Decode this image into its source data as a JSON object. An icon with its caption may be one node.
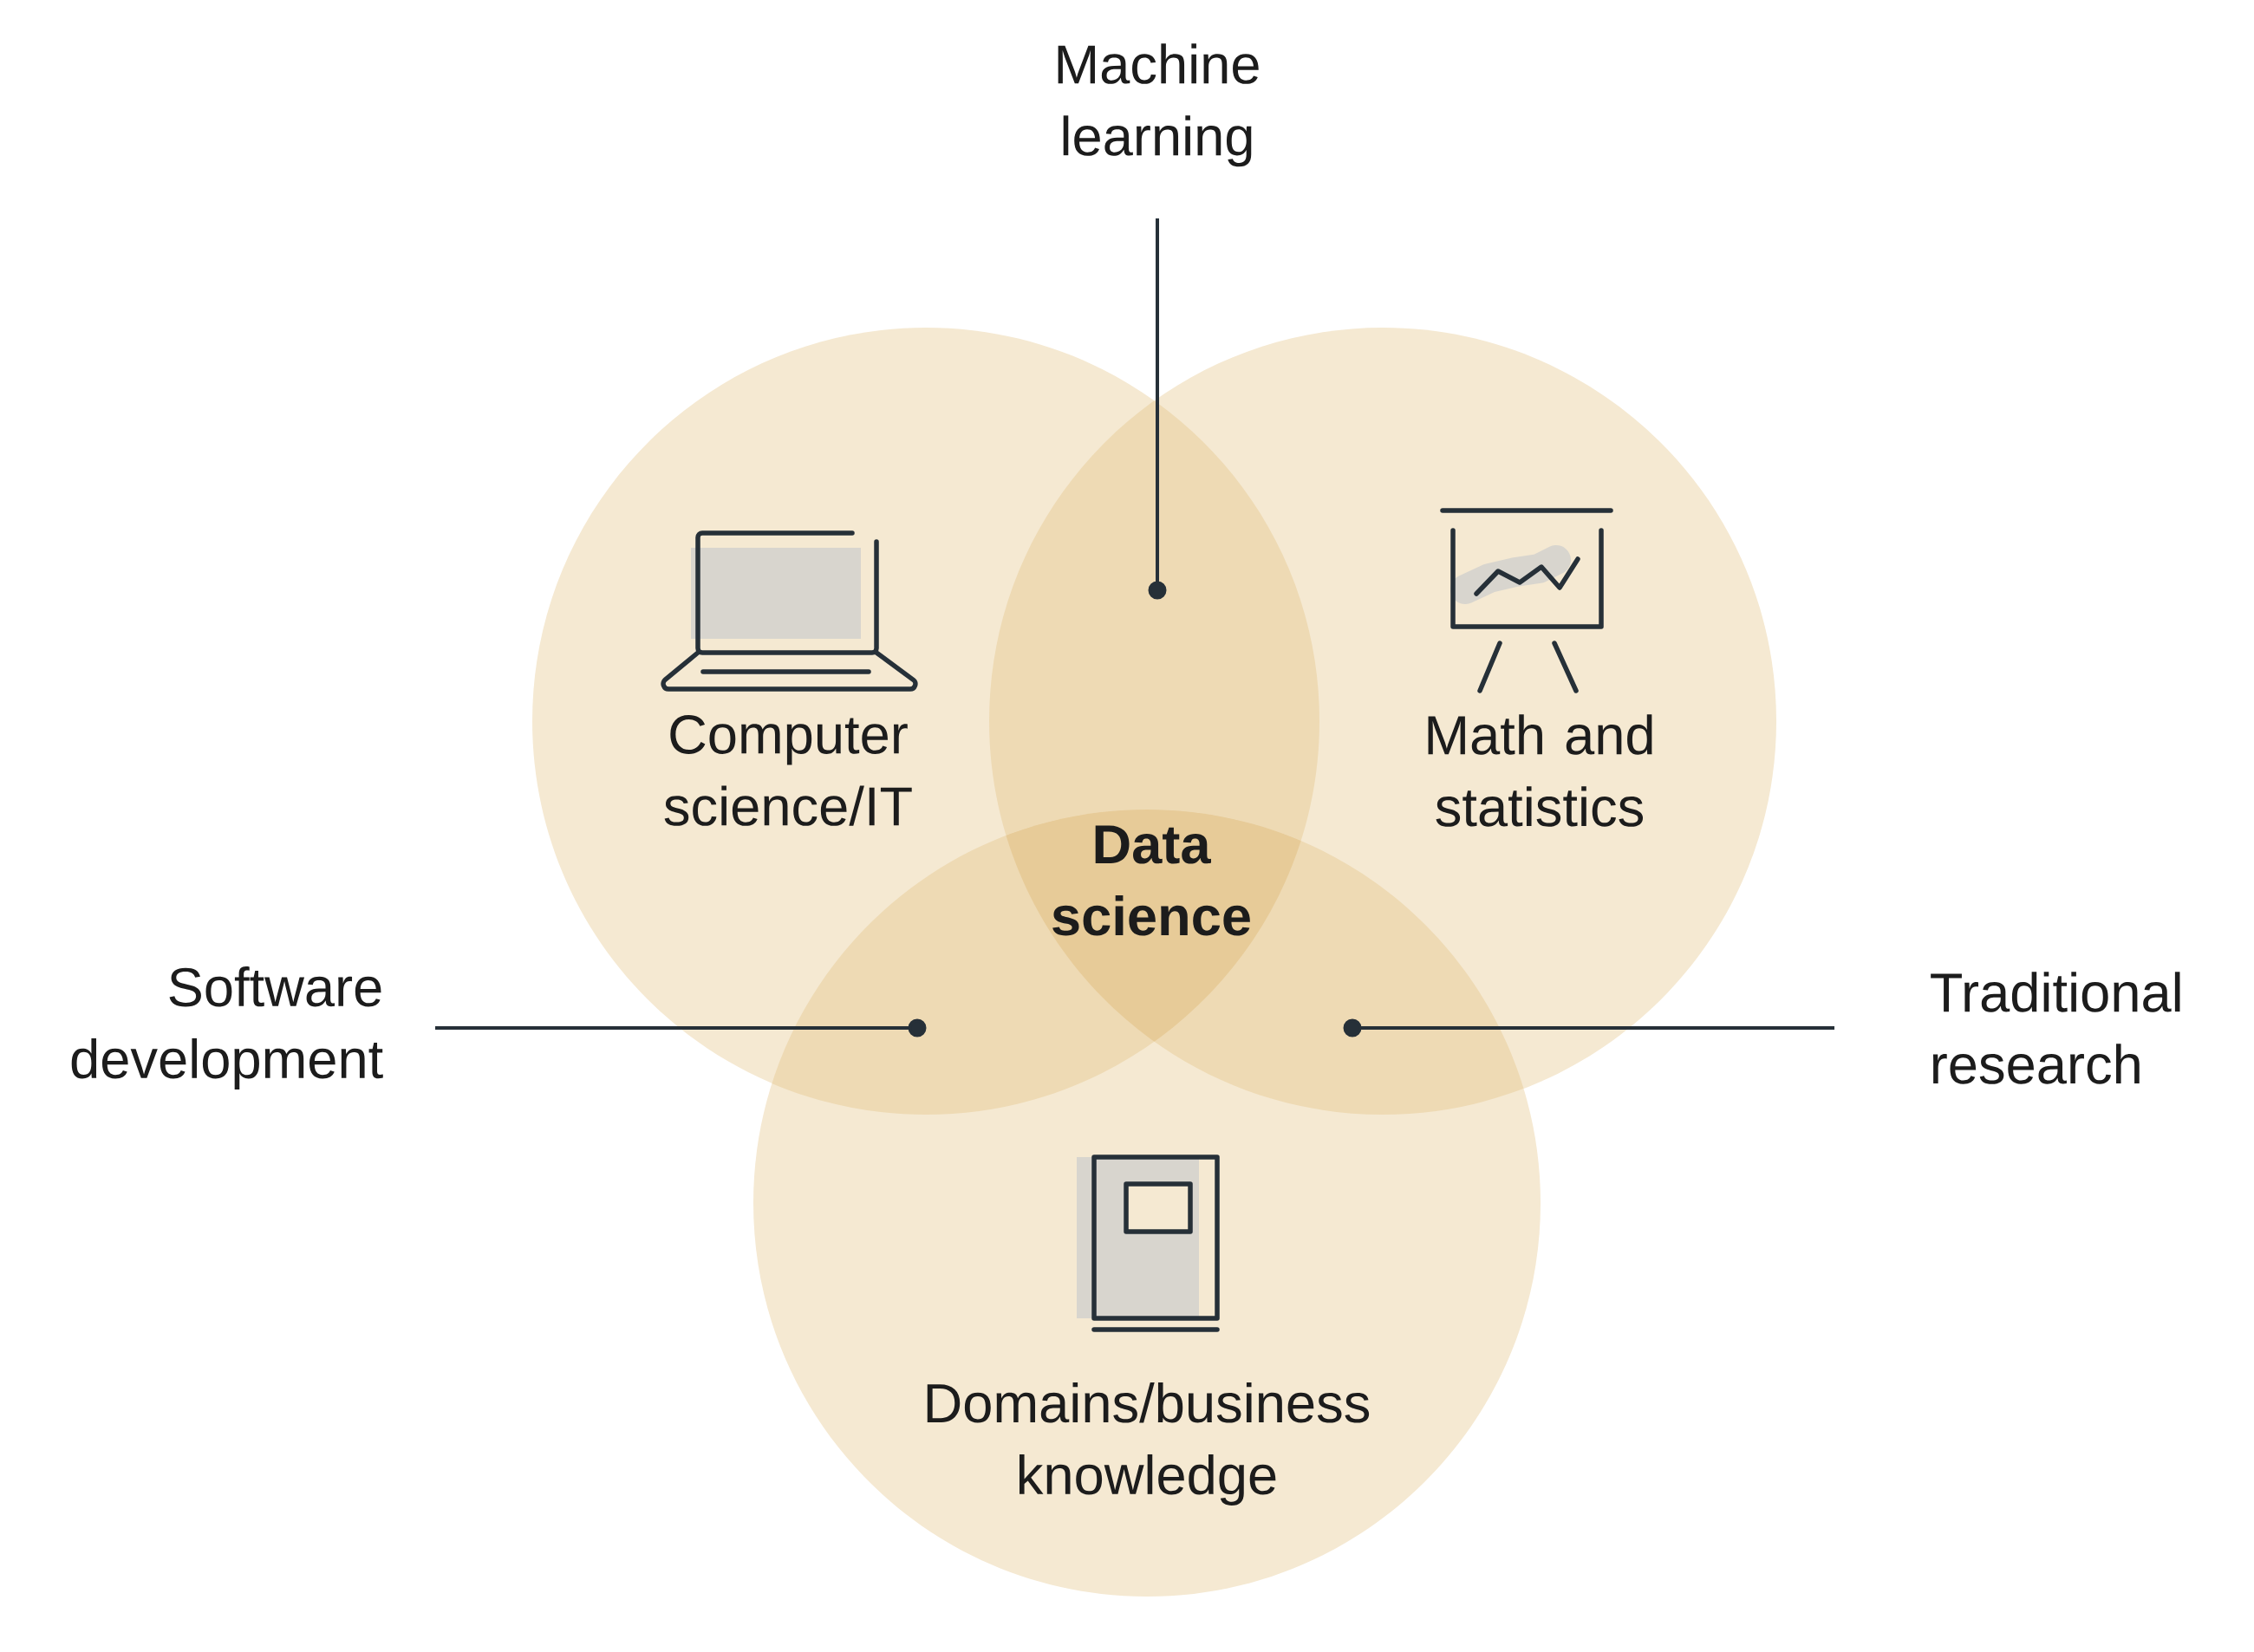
{
  "diagram": {
    "nodes": [
      {
        "text": [
          "Computer science/IT"
        ]
      },
      {
        "text": [
          "Math and statistics"
        ]
      },
      {
        "text": [
          "Domains/business knowledge"
        ]
      },
      {
        "text": [
          "Machine learning"
        ]
      },
      {
        "text": [
          "Software development"
        ]
      },
      {
        "text": [
          "Traditional research"
        ]
      }
    ],
    "edges": [
      {
        "from": 3,
        "to": 0,
        "arrow": "other"
      },
      {
        "from": 4,
        "to": 0,
        "arrow": "other"
      },
      {
        "from": 5,
        "to": 2,
        "arrow": "other"
      }
    ],
    "labels": [
      "Data science"
    ]
  }
}
